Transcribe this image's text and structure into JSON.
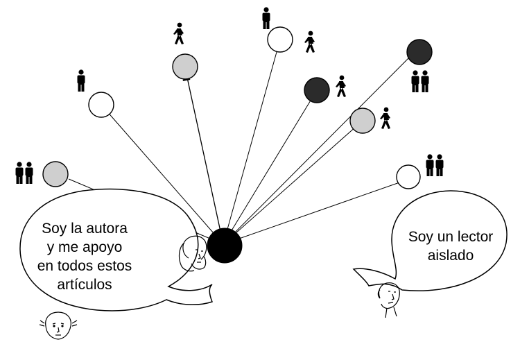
{
  "author_speech": {
    "line1": "Soy la autora",
    "line2": "y me apoyo",
    "line3": "en todos estos",
    "line4": "artículos"
  },
  "reader_speech": {
    "line1": "Soy un lector",
    "line2": "aislado"
  },
  "node_colors": {
    "black": "#000000",
    "dark": "#2b2b2b",
    "gray": "#cfcfcf",
    "white": "#ffffff"
  },
  "icons": [
    "standing-person-icon",
    "walking-person-icon",
    "couple-icon",
    "woman-face-icon",
    "man-face-icon"
  ]
}
